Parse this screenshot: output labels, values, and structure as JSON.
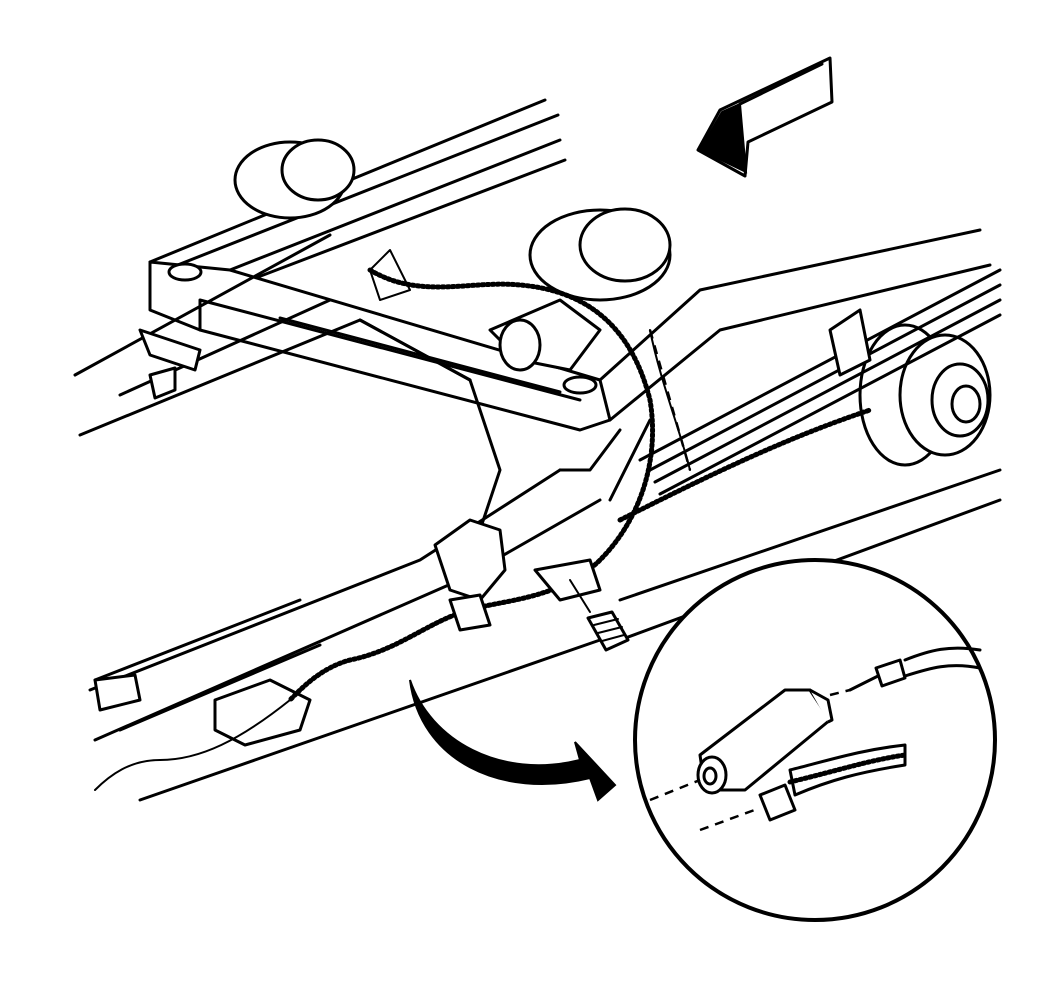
{
  "figure": {
    "kind": "line-art technical illustration",
    "ink_color": "#000000",
    "paper_color": "#ffffff",
    "parts": [
      "vehicle-frame",
      "rear-axle",
      "leaf-spring",
      "brake-drum",
      "parking-brake-cable",
      "cable-bracket",
      "retaining-bolt"
    ],
    "icons": [
      "direction-arrow-icon",
      "detail-view-arrow-icon"
    ]
  }
}
